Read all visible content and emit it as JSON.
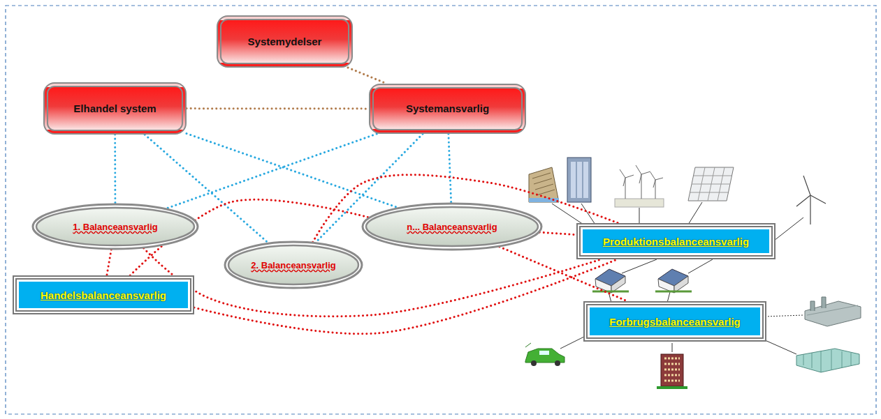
{
  "diagram": {
    "nodes": [
      {
        "text": [
          "Systemydelser"
        ]
      },
      {
        "text": [
          "Elhandel system"
        ]
      },
      {
        "text": [
          "Systemansvarlig"
        ]
      },
      {
        "text": [
          "1. Balanceansvarlig"
        ]
      },
      {
        "text": [
          "n... Balanceansvarlig"
        ]
      },
      {
        "text": [
          "2. Balanceansvarlig"
        ]
      },
      {
        "text": [
          "Handelsbalanceansvarlig"
        ]
      },
      {
        "text": [
          "Produktionsbalanceansvarlig"
        ]
      },
      {
        "text": [
          "Forbrugsbalanceansvarlig"
        ]
      }
    ],
    "edges": [
      {
        "from": 0,
        "to": 2,
        "arrow": "none"
      },
      {
        "from": 1,
        "to": 2,
        "arrow": "none"
      },
      {
        "from": 1,
        "to": 3,
        "arrow": "none"
      },
      {
        "from": 1,
        "to": 5,
        "arrow": "none"
      },
      {
        "from": 1,
        "to": 4,
        "arrow": "none"
      },
      {
        "from": 2,
        "to": 3,
        "arrow": "none"
      },
      {
        "from": 2,
        "to": 5,
        "arrow": "none"
      },
      {
        "from": 2,
        "to": 4,
        "arrow": "none"
      },
      {
        "from": 3,
        "to": 6,
        "arrow": "none"
      },
      {
        "from": 3,
        "to": 7,
        "arrow": "none"
      },
      {
        "from": 6,
        "to": 4,
        "arrow": "none"
      },
      {
        "from": 6,
        "to": 7,
        "arrow": "none"
      },
      {
        "from": 5,
        "to": 7,
        "arrow": "none"
      },
      {
        "from": 4,
        "to": 7,
        "arrow": "none"
      },
      {
        "from": 4,
        "to": 8,
        "arrow": "none"
      }
    ]
  }
}
